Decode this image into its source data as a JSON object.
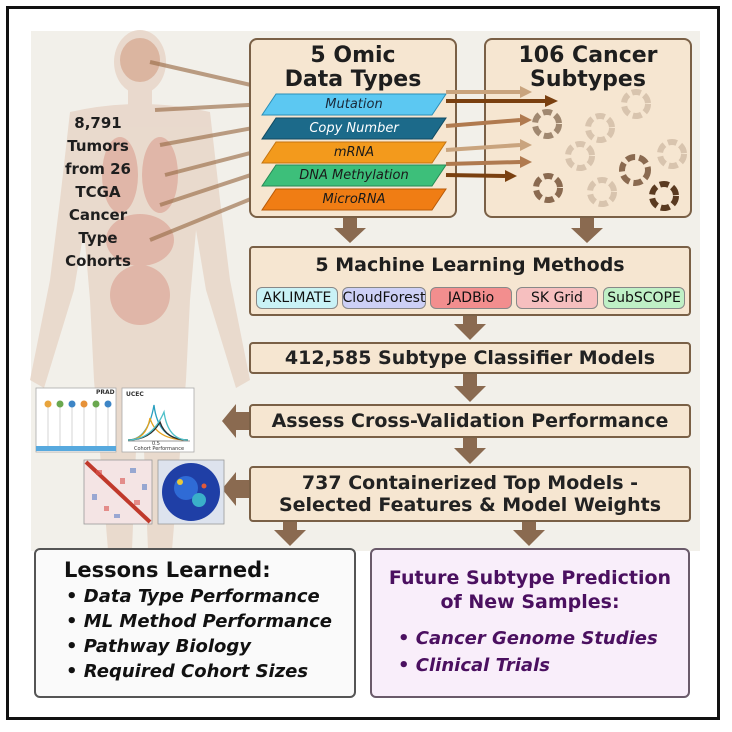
{
  "tumors": {
    "line1": "8,791 Tumors",
    "line2": "from 26 TCGA",
    "line3": "Cancer Type",
    "line4": "Cohorts"
  },
  "omic_box": {
    "title1": "5 Omic",
    "title2": "Data Types",
    "types": [
      "Mutation",
      "Copy Number",
      "mRNA",
      "DNA Methylation",
      "MicroRNA"
    ]
  },
  "subtype_box": {
    "title1": "106 Cancer",
    "title2": "Subtypes"
  },
  "ml": {
    "title": "5 Machine Learning Methods",
    "methods": [
      "AKLIMATE",
      "CloudForest",
      "JADBio",
      "SK Grid",
      "SubSCOPE"
    ]
  },
  "models": "412,585 Subtype Classifier Models",
  "assess": "Assess Cross-Validation Performance",
  "containerized": {
    "line1": "737 Containerized Top Models -",
    "line2": "Selected Features & Model Weights"
  },
  "plots": {
    "prad": "PRAD",
    "ucec": "UCEC",
    "x_tick": "0.5",
    "x_label": "Cohort Performance"
  },
  "lessons": {
    "title": "Lessons Learned:",
    "items": [
      "Data Type Performance",
      "ML Method Performance",
      "Pathway Biology",
      "Required Cohort Sizes"
    ]
  },
  "future": {
    "title1": "Future Subtype Prediction",
    "title2": "of New Samples:",
    "items": [
      "Cancer Genome Studies",
      "Clinical Trials"
    ]
  },
  "colors": {
    "tan_fill": "#f6e6d1",
    "tan_border": "#7a6046",
    "purple_text": "#4b1060",
    "mutation": "#5cc8f2",
    "copy_number": "#1c6a8a",
    "mrna": "#f39a1c",
    "dna_methylation": "#3dbf7a",
    "microrna": "#f07d14"
  }
}
